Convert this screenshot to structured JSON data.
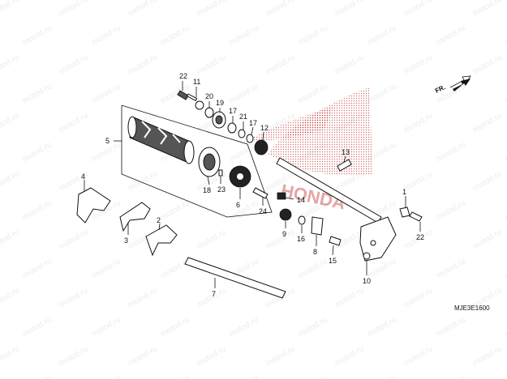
{
  "watermark": "motod.ru",
  "brand": "HONDA",
  "direction": "FR.",
  "diagram_code": "MJE3E1600",
  "callouts": [
    "22",
    "11",
    "20",
    "19",
    "17",
    "21",
    "17",
    "12",
    "5",
    "18",
    "23",
    "6",
    "13",
    "14",
    "24",
    "4",
    "3",
    "2",
    "9",
    "16",
    "8",
    "15",
    "1",
    "22",
    "7",
    "10"
  ],
  "colors": {
    "ink": "#111111",
    "logo": "#b30000",
    "watermark": "#c9c9c9"
  }
}
